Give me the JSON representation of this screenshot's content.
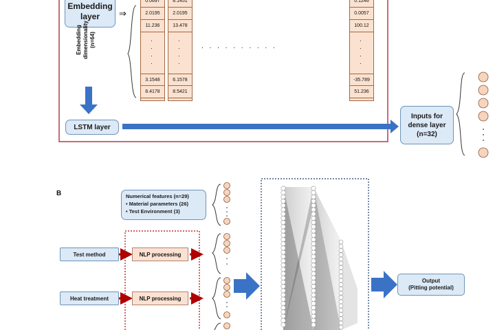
{
  "panel_a": {
    "embedding_layer": "Embedding\nlayer",
    "arrow_symbol": "⇒",
    "dimensionality_label": "Embedding\ndimensionality\n(n=64)",
    "lstm_layer": "LSTM layer",
    "inputs_for_dense": "Inputs for\ndense layer\n(n=32)",
    "columns": [
      [
        "0.0697",
        "2.0195",
        "11.236",
        "3.1548",
        "8.4178"
      ],
      [
        "8.1451",
        "2.0195",
        "13.478",
        "6.1578",
        "8.5421"
      ],
      [
        "0.1246",
        "0.0057",
        "100.12",
        "-35.789",
        "51.236"
      ]
    ],
    "col_dots": "·\n·\n·\n·",
    "row_dots": ". . . . . . . . . ."
  },
  "panel_b": {
    "label": "B",
    "numerical_title": "Numerical features (n=29)",
    "numerical_items": [
      "Material parameters (26)",
      "Test Environment (3)"
    ],
    "test_method": "Test method",
    "heat_treatment": "Heat treatment",
    "nlp_processing": "NLP processing",
    "output": "Output\n(Pitting potential)"
  },
  "colors": {
    "box_fill": "#dce9f6",
    "box_border": "#6b93b8",
    "cell_fill": "#fbe2d0",
    "frame_red": "#b23a48",
    "arrow_blue": "#3a73c6",
    "arrow_red": "#b00000"
  }
}
